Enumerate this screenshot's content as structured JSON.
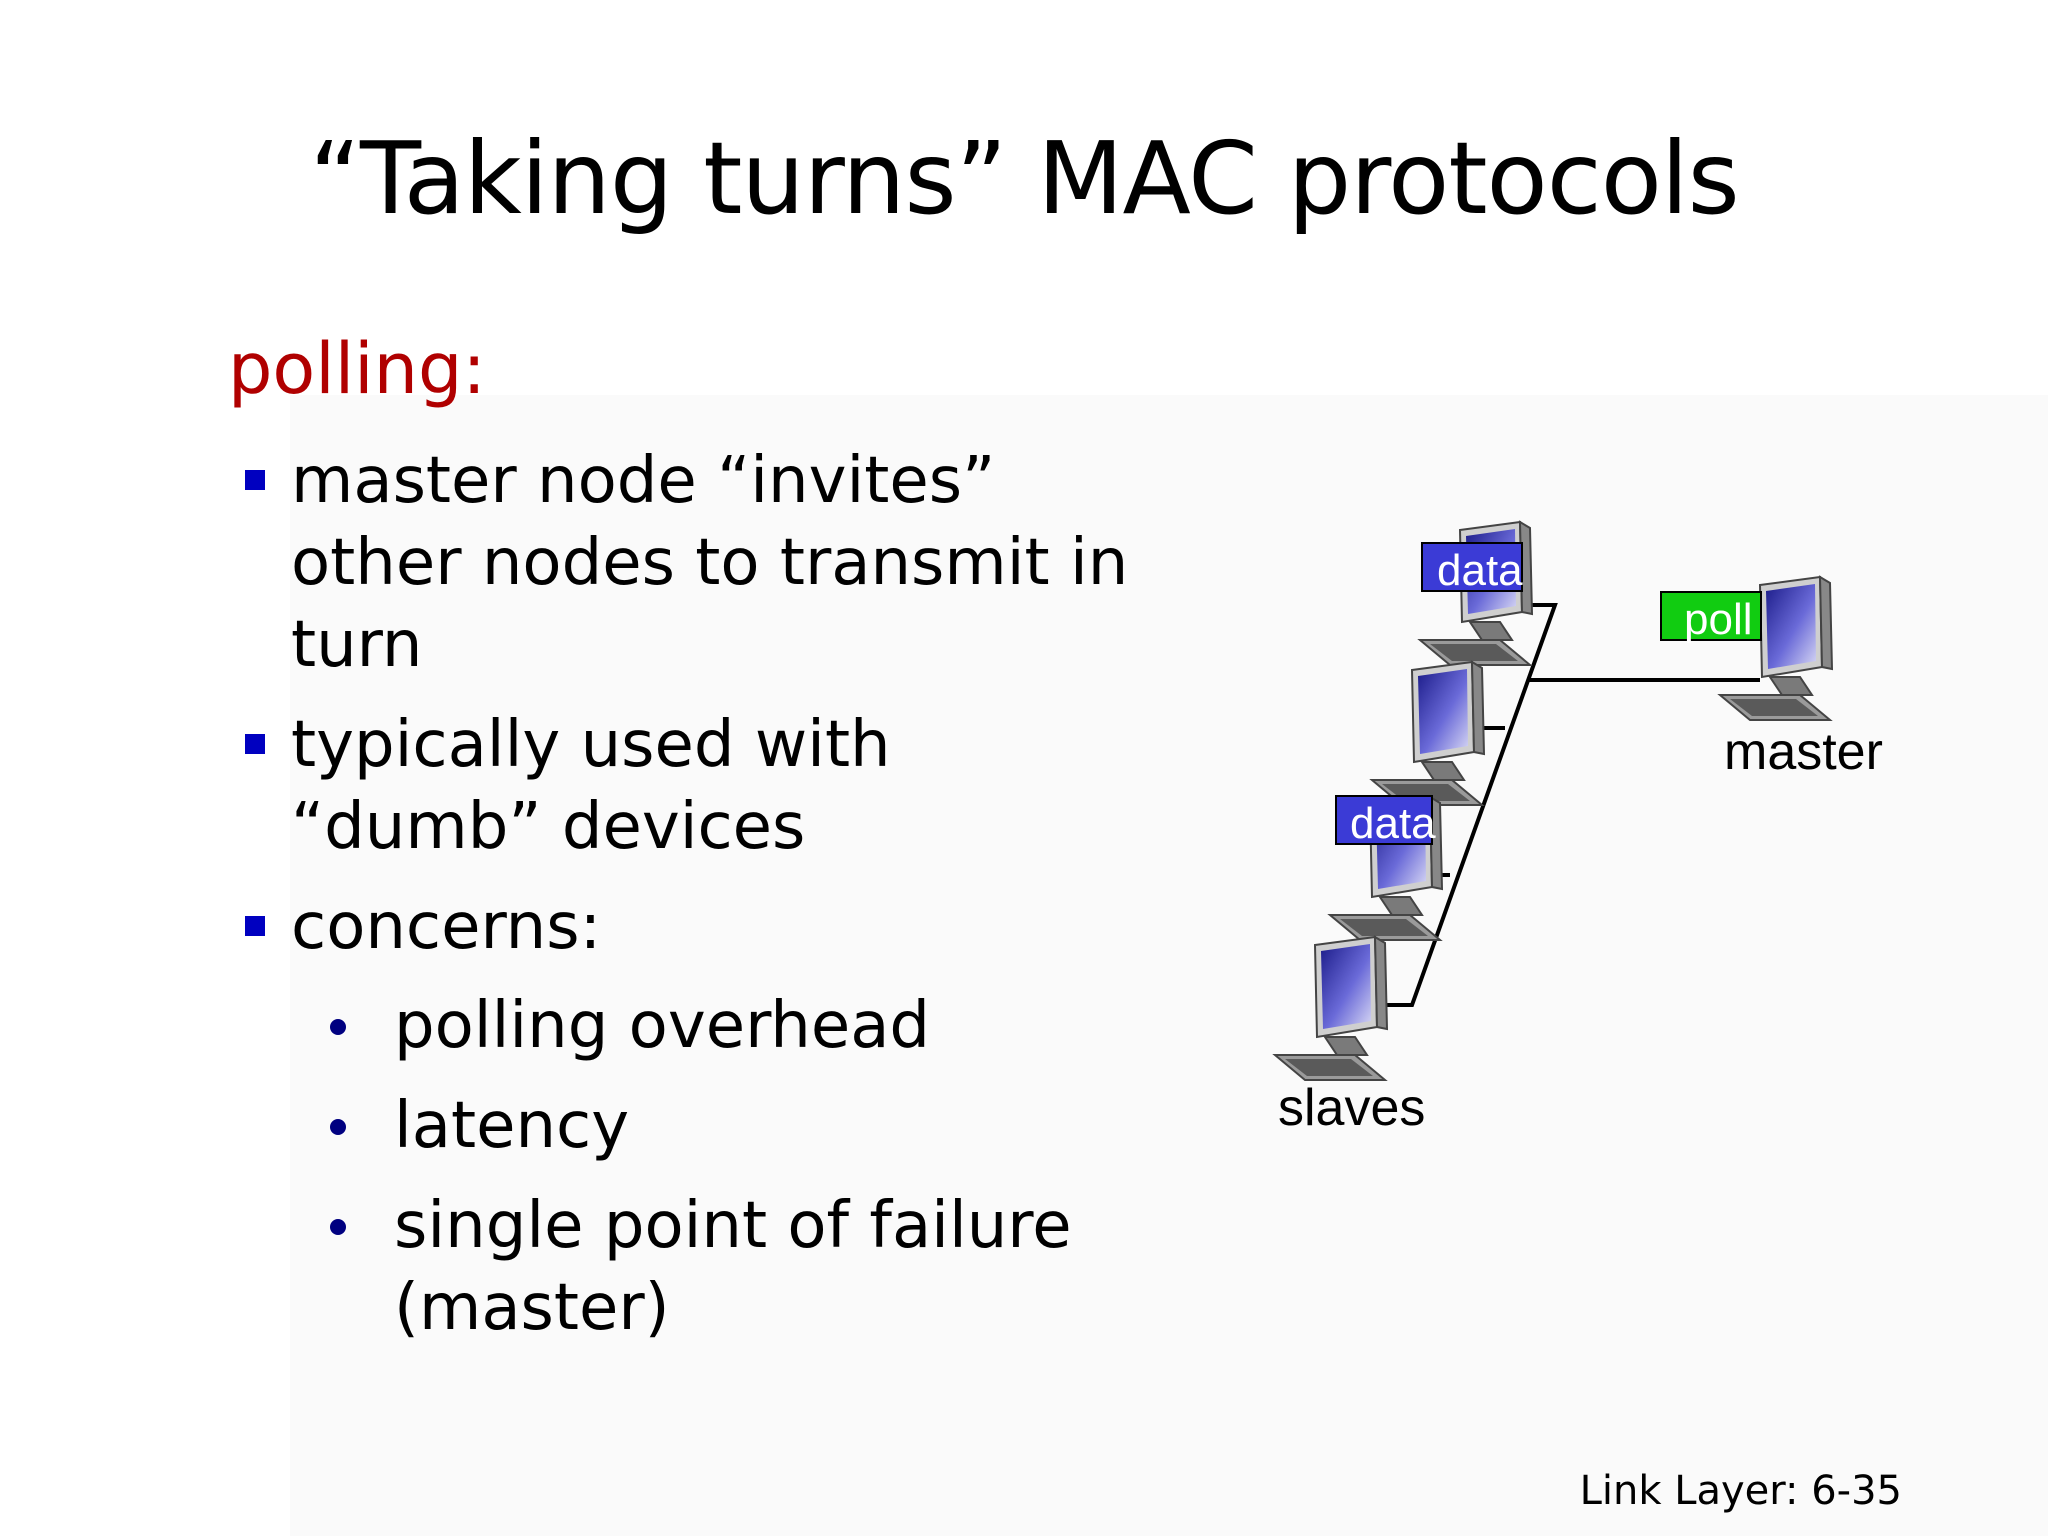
{
  "title": "“Taking turns” MAC protocols",
  "heading": "polling:",
  "bullets": [
    "master node “invites” other nodes to transmit in turn",
    "typically used with “dumb” devices",
    "concerns:"
  ],
  "sub_bullets": [
    "polling overhead",
    "latency",
    "single point of failure (master)"
  ],
  "diagram": {
    "packet_data_label": "data",
    "packet_poll_label": "poll",
    "master_label": "master",
    "slaves_label": "slaves",
    "colors": {
      "data_packet": "#3b3bd6",
      "poll_packet": "#11cc11"
    }
  },
  "footer": "Link Layer: 6-35"
}
